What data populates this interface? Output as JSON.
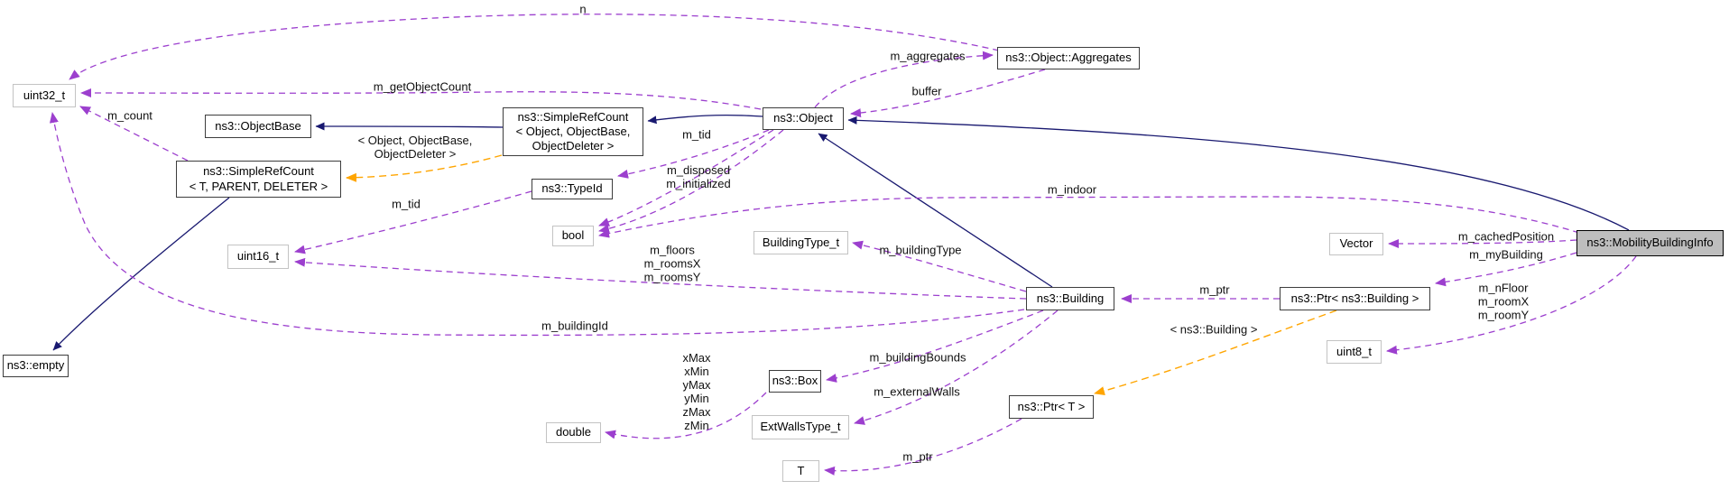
{
  "diagram": {
    "colors": {
      "inheritance_edge": "#191970",
      "member_edge": "#9C3FCE",
      "template_edge": "#FFA500",
      "highlight_fill": "#BEBEBE"
    },
    "nodes": {
      "uint32_t": {
        "label": "uint32_t"
      },
      "objectbase": {
        "label": "ns3::ObjectBase"
      },
      "simplerefcount_tpl": {
        "label": "ns3::SimpleRefCount\n< T, PARENT, DELETER >"
      },
      "simplerefcount_obj": {
        "label": "ns3::SimpleRefCount\n< Object, ObjectBase,\nObjectDeleter >"
      },
      "object": {
        "label": "ns3::Object"
      },
      "aggregates": {
        "label": "ns3::Object::Aggregates"
      },
      "typeid": {
        "label": "ns3::TypeId"
      },
      "bool": {
        "label": "bool"
      },
      "uint16_t": {
        "label": "uint16_t"
      },
      "buildingtype": {
        "label": "BuildingType_t"
      },
      "building": {
        "label": "ns3::Building"
      },
      "vector": {
        "label": "Vector"
      },
      "mobilitybuildinginfo": {
        "label": "ns3::MobilityBuildingInfo"
      },
      "ptr_building": {
        "label": "ns3::Ptr< ns3::Building >"
      },
      "uint8_t": {
        "label": "uint8_t"
      },
      "empty": {
        "label": "ns3::empty"
      },
      "box": {
        "label": "ns3::Box"
      },
      "extwallstype": {
        "label": "ExtWallsType_t"
      },
      "double": {
        "label": "double"
      },
      "t": {
        "label": "T"
      },
      "ptr_t": {
        "label": "ns3::Ptr< T >"
      }
    },
    "edge_labels": {
      "n": "n",
      "m_aggregates": "m_aggregates",
      "buffer": "buffer",
      "m_getObjectCount": "m_getObjectCount",
      "m_count": "m_count",
      "tpl_object": "< Object, ObjectBase,\nObjectDeleter >",
      "m_tid_object": "m_tid",
      "m_disposed": "m_disposed\nm_initialized",
      "m_indoor": "m_indoor",
      "m_tid_typeid": "m_tid",
      "m_floors": "m_floors\nm_roomsX\nm_roomsY",
      "m_buildingType": "m_buildingType",
      "m_buildingId": "m_buildingId",
      "m_ptr_building": "m_ptr",
      "tpl_building": "< ns3::Building >",
      "m_cachedPosition": "m_cachedPosition",
      "m_myBuilding": "m_myBuilding",
      "m_nFloor": "m_nFloor\nm_roomX\nm_roomY",
      "bounds_fields": "xMax\nxMin\nyMax\nyMin\nzMax\nzMin",
      "m_buildingBounds": "m_buildingBounds",
      "m_externalWalls": "m_externalWalls",
      "m_ptr_t": "m_ptr"
    }
  }
}
